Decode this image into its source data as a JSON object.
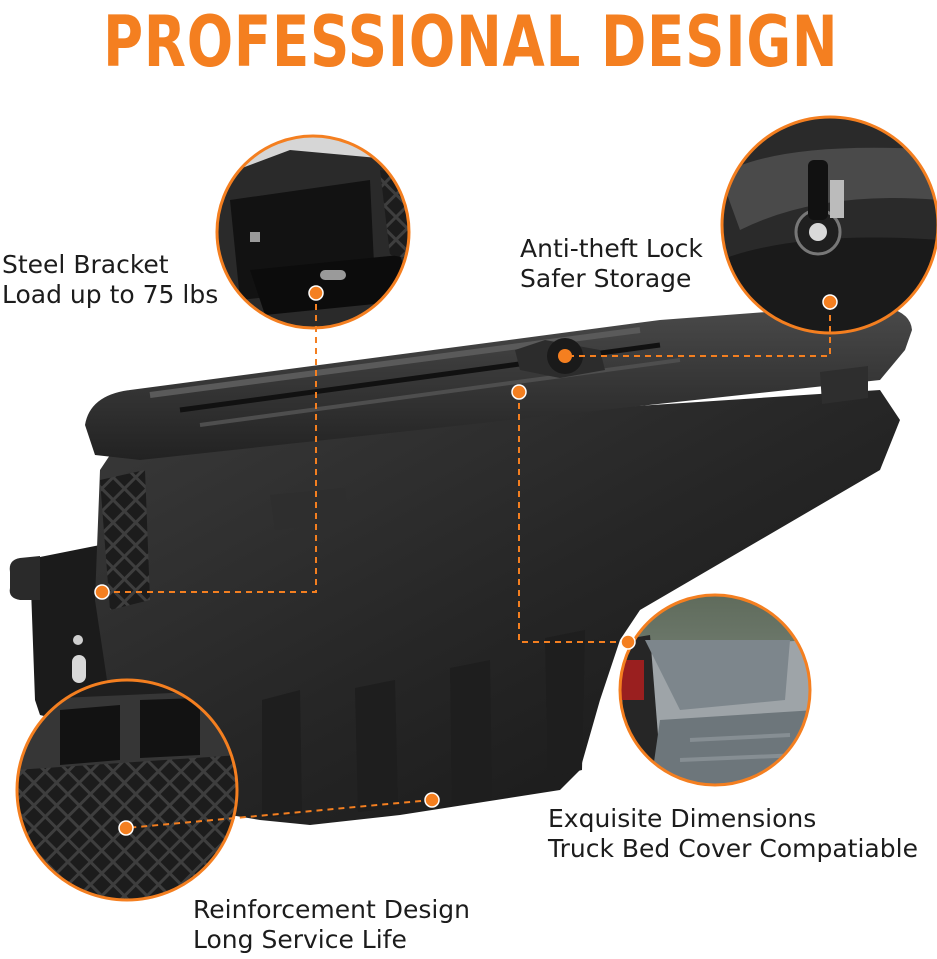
{
  "headline": "PROFESSIONAL DESIGN",
  "accent_color": "#f47f20",
  "features": [
    {
      "line1": "Steel Bracket",
      "line2": "Load up to 75 lbs"
    },
    {
      "line1": "Anti-theft Lock",
      "line2": "Safer Storage"
    },
    {
      "line1": "Exquisite Dimensions",
      "line2": "Truck Bed Cover Compatiable"
    },
    {
      "line1": "Reinforcement Design",
      "line2": "Long Service Life"
    }
  ]
}
